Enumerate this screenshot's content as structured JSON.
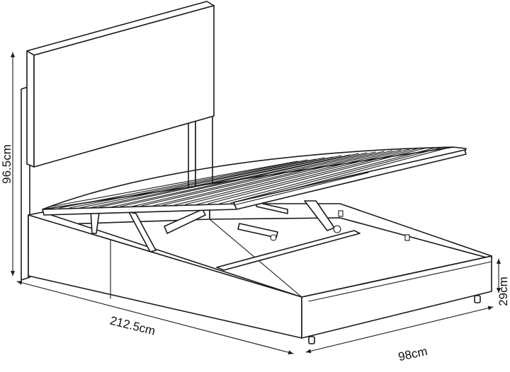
{
  "diagram": {
    "dimensions": {
      "height": "96.5cm",
      "length": "212.5cm",
      "width": "98cm",
      "base_height": "29cm"
    },
    "colors": {
      "line": "#1a1a1a",
      "background": "#ffffff"
    }
  }
}
